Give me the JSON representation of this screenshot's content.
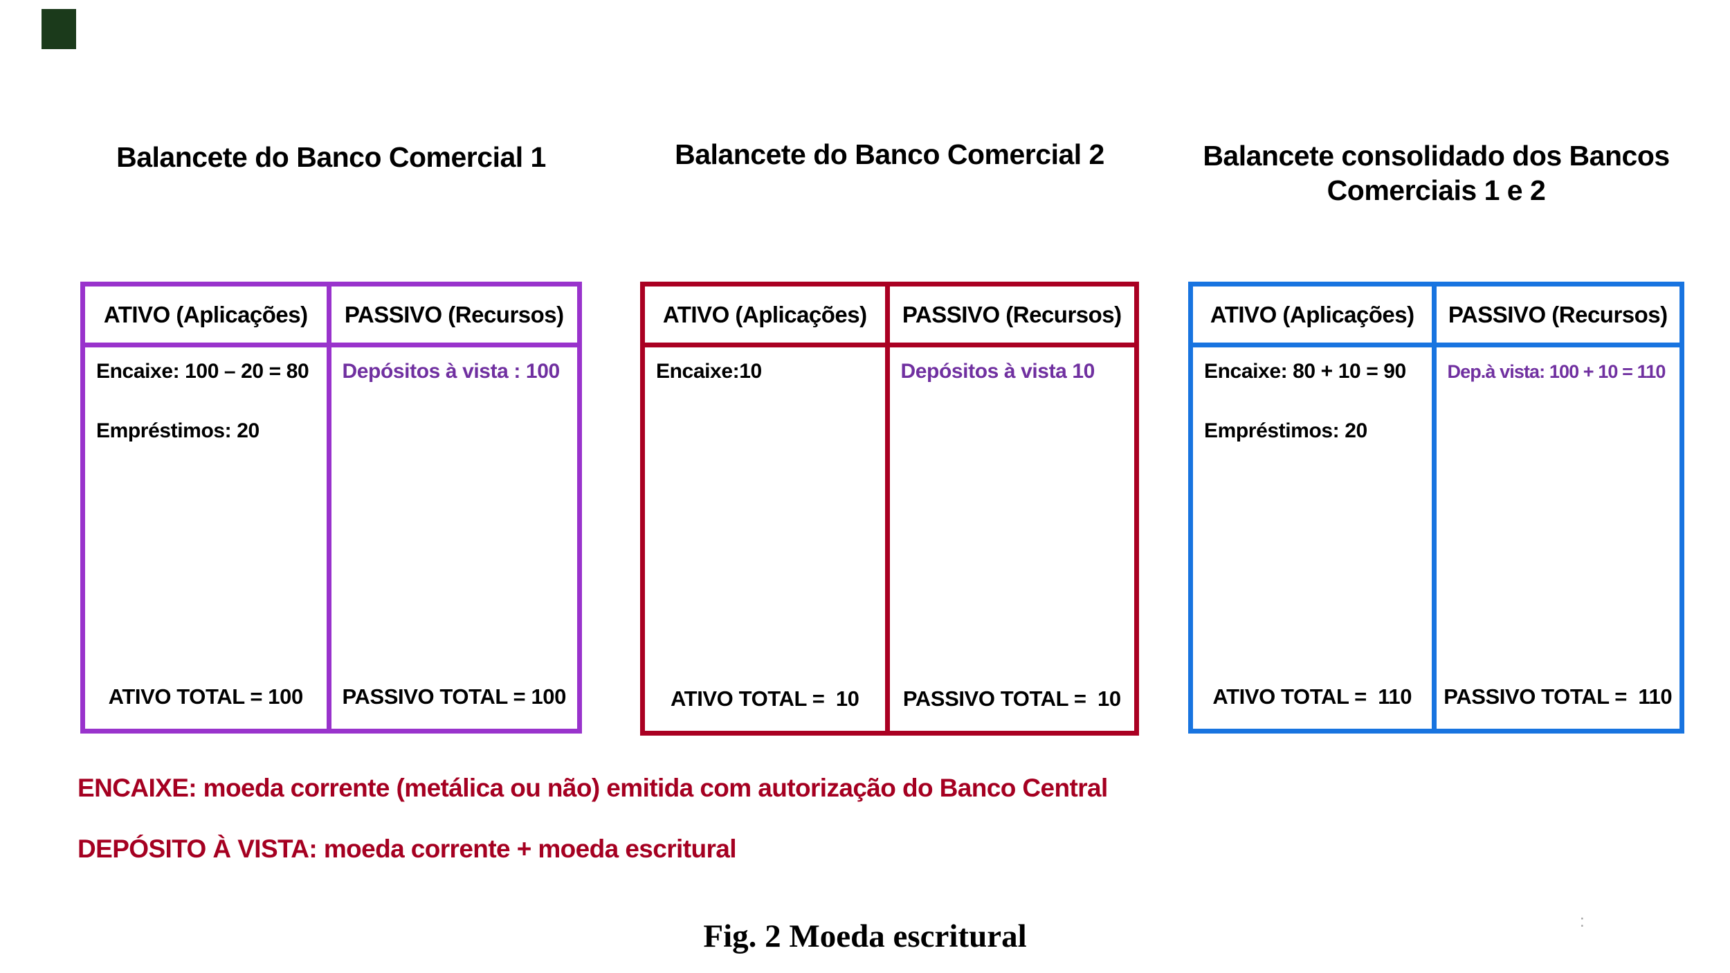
{
  "decor": {
    "corner_color": "#1b3a1b",
    "faint_mark": ":"
  },
  "caption": "Fig. 2 Moeda escritural",
  "notes": [
    {
      "text": "ENCAIXE: moeda corrente (metálica ou não) emitida com autorização do Banco Central",
      "color": "#a50021"
    },
    {
      "text": "DEPÓSITO À VISTA: moeda corrente + moeda escritural",
      "color": "#a50021"
    }
  ],
  "sheets": [
    {
      "title": "Balancete do Banco Comercial 1",
      "accent": "#9933cc",
      "liability_color": "#7030a0",
      "header": {
        "left": "ATIVO (Aplicações)",
        "right": "PASSIVO (Recursos)"
      },
      "assets": [
        "Encaixe: 100 – 20 = 80",
        "Empréstimos: 20"
      ],
      "liabilities": [
        "Depósitos à vista : 100"
      ],
      "asset_total": "ATIVO TOTAL = 100",
      "liability_total": "PASSIVO TOTAL = 100"
    },
    {
      "title": "Balancete do Banco Comercial 2",
      "accent": "#aa0022",
      "liability_color": "#7030a0",
      "header": {
        "left": "ATIVO (Aplicações)",
        "right": "PASSIVO (Recursos)"
      },
      "assets": [
        "Encaixe:10"
      ],
      "liabilities": [
        "Depósitos à vista 10"
      ],
      "asset_total": "ATIVO TOTAL =  10",
      "liability_total": "PASSIVO TOTAL =  10"
    },
    {
      "title": "Balancete consolidado dos Bancos Comerciais 1 e 2",
      "accent": "#1874e0",
      "liability_color": "#7030a0",
      "header": {
        "left": "ATIVO (Aplicações)",
        "right": "PASSIVO (Recursos)"
      },
      "assets": [
        "Encaixe: 80 + 10 = 90",
        "Empréstimos: 20"
      ],
      "liabilities": [
        "Dep.à vista: 100 + 10 = 110"
      ],
      "asset_total": "ATIVO TOTAL =  110",
      "liability_total": "PASSIVO TOTAL =  110"
    }
  ]
}
